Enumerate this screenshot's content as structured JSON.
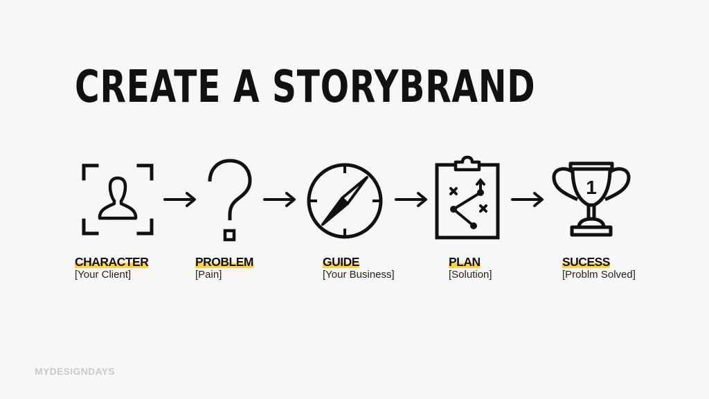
{
  "title": "CREATE A STORYBRAND",
  "accent_color": "#ffd23e",
  "steps": [
    {
      "label": "CHARACTER",
      "sub": "[Your Client]",
      "icon": "user-frame-icon"
    },
    {
      "label": "PROBLEM",
      "sub": "[Pain]",
      "icon": "question-mark-icon"
    },
    {
      "label": "GUIDE",
      "sub": "[Your Business]",
      "icon": "compass-icon"
    },
    {
      "label": "PLAN",
      "sub": "[Solution]",
      "icon": "clipboard-plan-icon"
    },
    {
      "label": "SUCESS",
      "sub": "[Problm Solved]",
      "icon": "trophy-icon"
    }
  ],
  "trophy_number": "1",
  "footer": "MYDESIGNDAYS"
}
